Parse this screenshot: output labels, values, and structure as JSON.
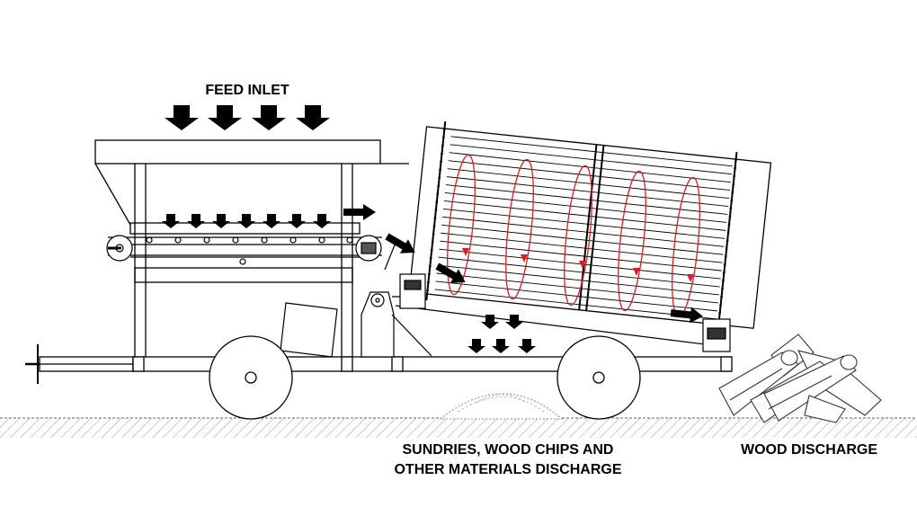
{
  "labels": {
    "feed_inlet": "FEED INLET",
    "sundries_line1": "SUNDRIES, WOOD CHIPS AND",
    "sundries_line2": "OTHER MATERIALS DISCHARGE",
    "wood_discharge": "WOOD DISCHARGE"
  },
  "colors": {
    "line": "#000000",
    "flow_arrow": "#000000",
    "drum_spiral": "#d42020",
    "ground_hatch": "#888888",
    "background": "#ffffff"
  },
  "icons": {
    "feed_arrows": "down-arrow-icon",
    "flow_arrows": "right-arrow-icon",
    "spiral": "spiral-flow-icon",
    "logs": "wood-log-icon",
    "pile": "chip-pile-icon"
  }
}
